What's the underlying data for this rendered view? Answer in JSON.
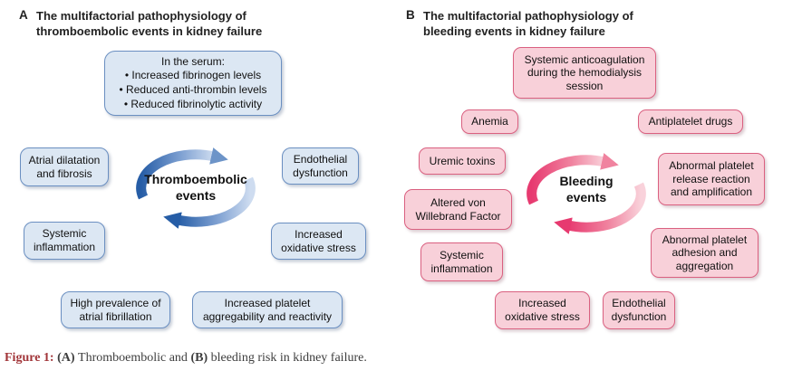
{
  "panelA": {
    "label": "A",
    "title": "The multifactorial pathophysiology of thromboembolic events in kidney failure",
    "serum_box": {
      "heading": "In the serum:",
      "bullets": [
        "• Increased fibrinogen levels",
        "• Reduced anti-thrombin levels",
        "• Reduced fibrinolytic activity"
      ]
    },
    "factors": [
      "Atrial dilatation and fibrosis",
      "Endothelial dysfunction",
      "Systemic inflammation",
      "Increased oxidative stress",
      "High prevalence of atrial fibrillation",
      "Increased platelet aggregability and reactivity"
    ],
    "cycle": {
      "label": "Thromboembolic events",
      "arrow_dark": "#265da6",
      "arrow_mid": "#6d94c8",
      "arrow_light": "#cedcf0"
    },
    "colors": {
      "box_fill": "#dce7f3",
      "box_border": "#6a8fc1"
    }
  },
  "panelB": {
    "label": "B",
    "title": "The multifactorial pathophysiology of bleeding events in kidney failure",
    "factors": [
      "Systemic anticoagulation during the hemodialysis session",
      "Anemia",
      "Antiplatelet drugs",
      "Uremic toxins",
      "Abnormal platelet release reaction and amplification",
      "Altered von Willebrand Factor",
      "Abnormal platelet adhesion and aggregation",
      "Systemic inflammation",
      "Increased oxidative stress",
      "Endothelial dysfunction"
    ],
    "cycle": {
      "label": "Bleeding events",
      "arrow_dark": "#e73a70",
      "arrow_mid": "#f0839f",
      "arrow_light": "#f9d2db"
    },
    "colors": {
      "box_fill": "#f8d0d9",
      "box_border": "#da6080"
    }
  },
  "caption": {
    "label": "Figure 1:",
    "part_a_marker": " (A) ",
    "part_a_text": "Thromboembolic and ",
    "part_b_marker": "(B)",
    "part_b_text": " bleeding risk in kidney failure."
  }
}
